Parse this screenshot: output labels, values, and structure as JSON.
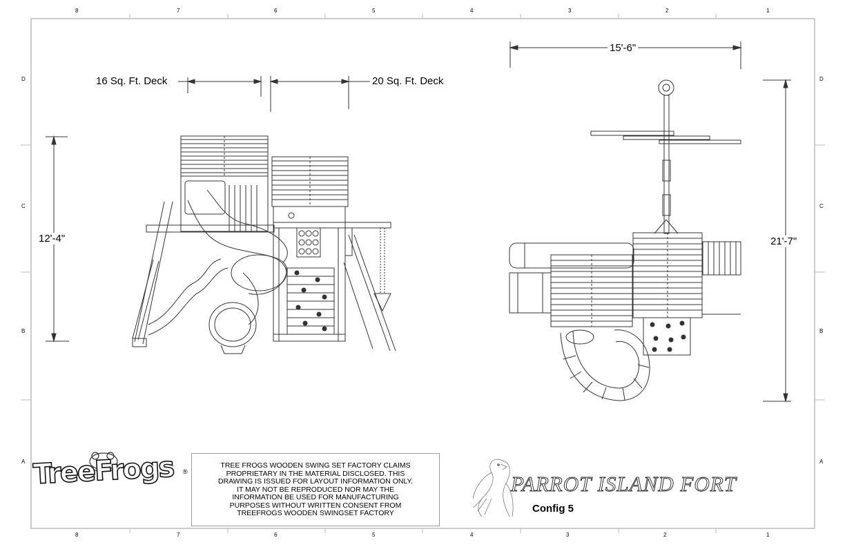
{
  "zones_top": [
    "8",
    "7",
    "6",
    "5",
    "4",
    "3",
    "2",
    "1"
  ],
  "zones_bottom": [
    "8",
    "7",
    "6",
    "5",
    "4",
    "3",
    "2",
    "1"
  ],
  "zones_left": [
    "D",
    "C",
    "B",
    "A"
  ],
  "zones_right": [
    "D",
    "C",
    "B",
    "A"
  ],
  "dimensions": {
    "deck_16": "16 Sq. Ft. Deck",
    "deck_20": "20 Sq. Ft. Deck",
    "height": "12'-4\"",
    "width": "15'-6\"",
    "depth": "21'-7\""
  },
  "logo": {
    "text": "TreeFrogs",
    "registered": "®"
  },
  "disclaimer": {
    "lines": [
      "TREE FROGS WOODEN SWING SET FACTORY CLAIMS",
      "PROPRIETARY IN THE MATERIAL DISCLOSED. THIS",
      "DRAWING IS ISSUED FOR LAYOUT INFORMATION ONLY.",
      "IT MAY NOT BE REPRODUCED NOR MAY THE",
      "INFORMATION BE USED FOR MANUFACTURING",
      "PURPOSES WITHOUT WRITTEN CONSENT FROM",
      "TREEFROGS WOODEN SWINGSET FACTORY"
    ]
  },
  "title": "PARROT ISLAND FORT",
  "config": "Config 5",
  "colors": {
    "line": "#333333",
    "frame": "#9a9a9a",
    "background": "#ffffff"
  }
}
